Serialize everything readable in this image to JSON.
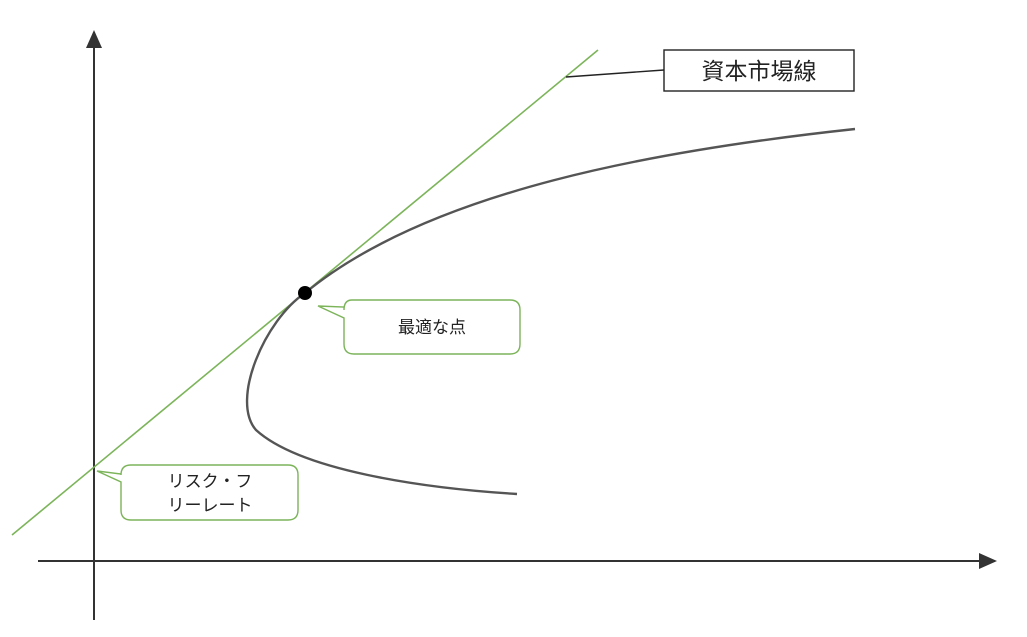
{
  "diagram": {
    "labels": {
      "capital_market_line": "資本市場線",
      "optimal_point": "最適な点",
      "risk_free_rate_line1": "リスク・フ",
      "risk_free_rate_line2": "リーレート"
    },
    "colors": {
      "axis": "#333333",
      "curve": "#555555",
      "cml_line": "#7cb45a",
      "callout_border": "#7cb45a",
      "box_border": "#222222",
      "point": "#000000"
    }
  }
}
